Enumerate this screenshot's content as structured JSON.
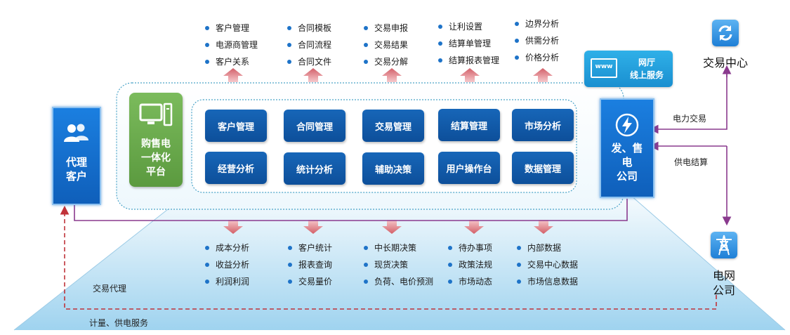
{
  "top_lists": [
    [
      "客户管理",
      "电源商管理",
      "客户关系"
    ],
    [
      "合同模板",
      "合同流程",
      "合同文件"
    ],
    [
      "交易申报",
      "交易结果",
      "交易分解"
    ],
    [
      "让利设置",
      "结算单管理",
      "结算报表管理"
    ],
    [
      "边界分析",
      "供需分析",
      "价格分析"
    ]
  ],
  "bottom_lists": [
    [
      "成本分析",
      "收益分析",
      "利润利润"
    ],
    [
      "客户统计",
      "报表查询",
      "交易量价"
    ],
    [
      "中长期决策",
      "现货决策",
      "负荷、电价预测"
    ],
    [
      "待办事项",
      "政策法规",
      "市场动态"
    ],
    [
      "内部数据",
      "交易中心数据",
      "市场信息数据"
    ]
  ],
  "modules_row1": [
    "客户管理",
    "合同管理",
    "交易管理",
    "结算管理",
    "市场分析"
  ],
  "modules_row2": [
    "经营分析",
    "统计分析",
    "辅助决策",
    "用户操作台",
    "数据管理"
  ],
  "platform": {
    "line1": "购售电",
    "line2": "一体化",
    "line3": "平台"
  },
  "online_service": {
    "line1": "网厅",
    "line2": "线上服务",
    "icon_text": "www"
  },
  "agent_customer": {
    "line1": "代理",
    "line2": "客户"
  },
  "power_company": {
    "line1": "发、售",
    "line2": "电",
    "line3": "公司"
  },
  "trading_center": "交易中心",
  "grid_company": {
    "line1": "电网",
    "line2": "公司"
  },
  "labels": {
    "power_trade": "电力交易",
    "supply_settlement": "供电结算",
    "trade_agent": "交易代理",
    "metering": "计量、供电服务"
  },
  "colors": {
    "tile_blue": "#1766b8",
    "platform_green": "#6aa84f",
    "arrow_red": "#d9727a",
    "link_purple": "#8a3a8e",
    "dash_red": "#c0333a"
  }
}
